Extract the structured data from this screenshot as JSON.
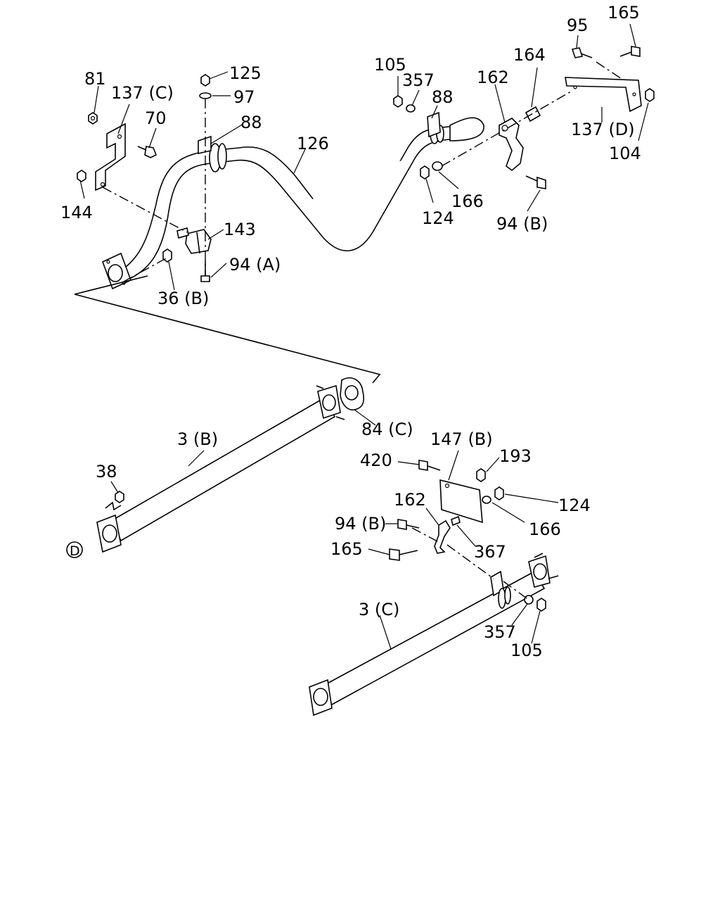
{
  "labels": {
    "l81": "81",
    "l137c": "137 (C)",
    "l70": "70",
    "l144": "144",
    "l125": "125",
    "l97": "97",
    "l88a": "88",
    "l143": "143",
    "l94a": "94 (A)",
    "l36b": "36 (B)",
    "l126": "126",
    "l105a": "105",
    "l357a": "357",
    "l88b": "88",
    "l124a": "124",
    "l166a": "166",
    "l162a": "162",
    "l164": "164",
    "l94b_a": "94 (B)",
    "l95": "95",
    "l165a": "165",
    "l137d": "137 (D)",
    "l104": "104",
    "l3b": "3 (B)",
    "l38": "38",
    "l84c": "84 (C)",
    "lD": "D",
    "l147b": "147 (B)",
    "l420": "420",
    "l193": "193",
    "l124b": "124",
    "l166b": "166",
    "l162b": "162",
    "l94b_b": "94 (B)",
    "l367": "367",
    "l165b": "165",
    "l3c": "3 (C)",
    "l357b": "357",
    "l105b": "105"
  }
}
